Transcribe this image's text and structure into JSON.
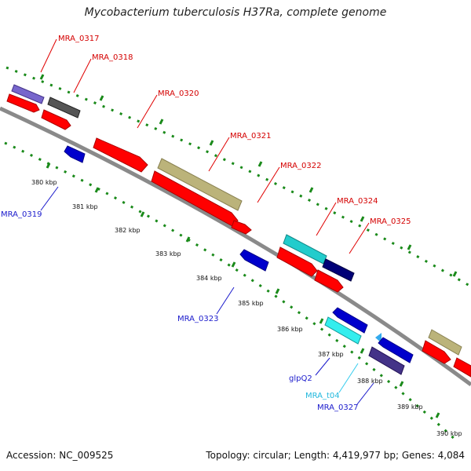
{
  "title": "Mycobacterium tuberculosis H37Ra, complete genome",
  "footer": {
    "accession": "Accession: NC_009525",
    "info": "Topology: circular; Length: 4,419,977 bp; Genes: 4,084"
  },
  "ticks": [
    "380 kbp",
    "381 kbp",
    "382 kbp",
    "383 kbp",
    "384 kbp",
    "385 kbp",
    "386 kbp",
    "387 kbp",
    "388 kbp",
    "389 kbp",
    "390 kbp"
  ],
  "genes": [
    {
      "label": "MRA_0317",
      "strand": "forward",
      "color": "#ff0000"
    },
    {
      "label": "MRA_0318",
      "strand": "forward",
      "color": "#ff0000"
    },
    {
      "label": "MRA_0319",
      "strand": "reverse",
      "color": "#0000cc"
    },
    {
      "label": "MRA_0320",
      "strand": "forward",
      "color": "#ff0000"
    },
    {
      "label": "MRA_0321",
      "strand": "forward",
      "color": "#ff0000"
    },
    {
      "label": "MRA_0322",
      "strand": "forward",
      "color": "#ff0000"
    },
    {
      "label": "MRA_0323",
      "strand": "reverse",
      "color": "#0000cc"
    },
    {
      "label": "MRA_0324",
      "strand": "forward",
      "color": "#ff0000"
    },
    {
      "label": "MRA_0325",
      "strand": "forward",
      "color": "#ff0000"
    },
    {
      "label": "glpQ2",
      "strand": "reverse",
      "color": "#0000cc"
    },
    {
      "label": "MRA_t04",
      "strand": "reverse",
      "color": "#33ccee"
    },
    {
      "label": "MRA_0327",
      "strand": "reverse",
      "color": "#0000cc"
    }
  ],
  "colors": {
    "forward_cds": "#ff0000",
    "reverse_cds": "#0000cc",
    "trna": "#33ccee",
    "backbone": "#8a8a8a",
    "gc_ticks": "#1a8a1a"
  }
}
